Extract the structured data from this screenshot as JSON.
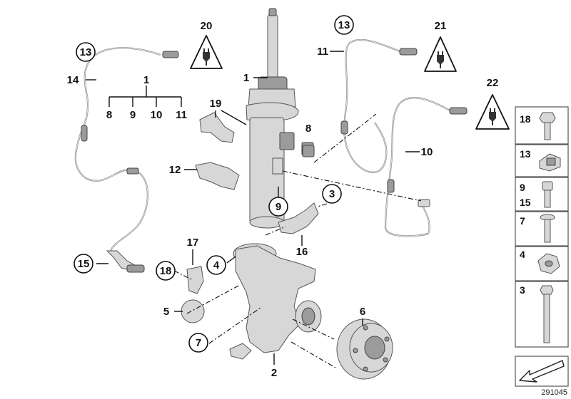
{
  "labels": {
    "l1_top": "1",
    "l1_strut": "1",
    "l8": "8",
    "l9": "9",
    "l10": "10",
    "l11": "11",
    "l8b": "8",
    "l9c": "9",
    "l10b": "10",
    "l11b": "11",
    "l12": "12",
    "l13a": "13",
    "l13b": "13",
    "l14": "14",
    "l15": "15",
    "l16": "16",
    "l17": "17",
    "l18": "18",
    "l19": "19",
    "l2": "2",
    "l3": "3",
    "l4": "4",
    "l5": "5",
    "l6": "6",
    "l7": "7"
  },
  "warning_labels": {
    "w20": "20",
    "w21": "21",
    "w22": "22"
  },
  "side_panel": {
    "items": [
      "18",
      "13",
      "9",
      "15",
      "7",
      "4",
      "3"
    ]
  },
  "drawing_number": "291045"
}
